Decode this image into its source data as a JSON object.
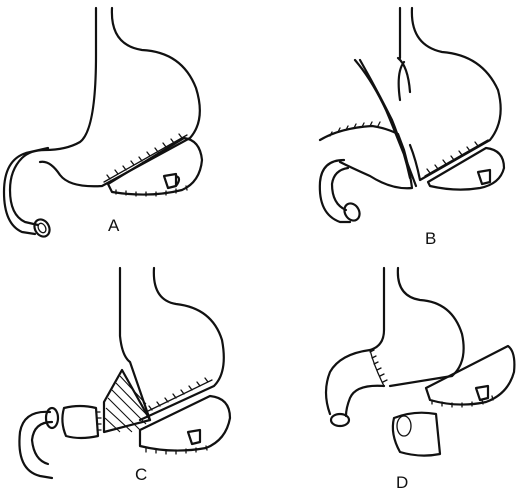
{
  "figure": {
    "panels": [
      {
        "label": "A"
      },
      {
        "label": "B"
      },
      {
        "label": "C"
      },
      {
        "label": "D"
      }
    ],
    "colors": {
      "ink": "#111111",
      "background": "#ffffff"
    }
  }
}
